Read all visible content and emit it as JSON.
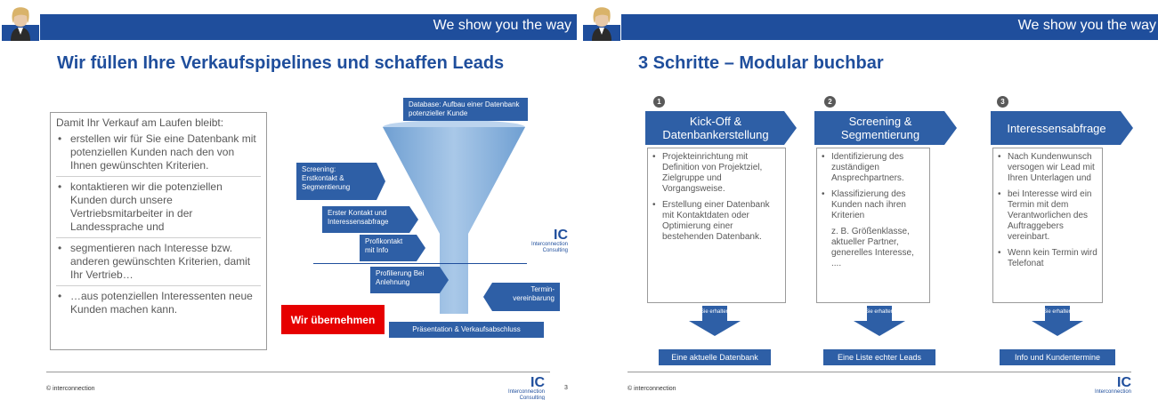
{
  "slide1": {
    "tagline": "We show you the way",
    "title": "Wir füllen Ihre Verkaufspipelines und schaffen Leads",
    "textbox": {
      "lead": "Damit Ihr Verkauf am Laufen bleibt:",
      "bullets": [
        "erstellen wir für Sie eine Datenbank mit potenziellen Kunden nach den von Ihnen gewünschten Kriterien.",
        "kontaktieren wir die potenziellen Kunden durch unsere Vertriebsmitarbeiter in der Landessprache und",
        "segmentieren nach Interesse bzw. anderen gewünschten Kriterien, damit Ihr Vertrieb…",
        "…aus potenziellen Interessenten neue Kunden machen kann."
      ]
    },
    "funnel": {
      "database": "Database: Aufbau einer Datenbank potenzieller Kunde",
      "screening": "Screening: Erstkontakt & Segmentierung",
      "erster_kontakt": "Erster Kontakt und Interessensabfrage",
      "profikontakt": "Profikontakt mit Info",
      "profilierung": "Profilierung Bei Anlehnung",
      "termin": "Termin-vereinbarung",
      "praesentation": "Präsentation & Verkaufsabschluss",
      "wir_uebernehmen": "Wir übernehmen"
    },
    "logo": {
      "ic": "IC",
      "sub": "Interconnection Consulting"
    },
    "footer": {
      "copyright": "© interconnection",
      "page": "3"
    }
  },
  "slide2": {
    "tagline": "We show you the way",
    "title": "3 Schritte – Modular buchbar",
    "columns": [
      {
        "num": "1",
        "head": "Kick-Off & Datenbankerstellung",
        "bullets": [
          "Projekteinrichtung mit Definition von Projektziel, Zielgruppe und Vorgangsweise.",
          "Erstellung einer Datenbank mit Kontaktdaten oder Optimierung einer bestehenden Datenbank."
        ],
        "arrow": "Sie erhalten",
        "result": "Eine aktuelle Datenbank"
      },
      {
        "num": "2",
        "head": "Screening & Segmentierung",
        "bullets": [
          "Identifizierung des zuständigen Ansprechpartners.",
          "Klassifizierung des Kunden nach ihren Kriterien"
        ],
        "note": "z. B. Größenklasse, aktueller Partner, generelles Interesse, ....",
        "arrow": "Sie erhalten",
        "result": "Eine Liste echter Leads"
      },
      {
        "num": "3",
        "head": "Interessensabfrage",
        "bullets": [
          "Nach Kundenwunsch versogen wir Lead mit Ihren Unterlagen und",
          "bei Interesse wird ein Termin mit dem Verantworlichen des Auftraggebers vereinbart.",
          "Wenn kein Termin wird Telefonat"
        ],
        "arrow": "Sie erhalten",
        "result": "Info und Kundentermine"
      }
    ],
    "logo": {
      "ic": "IC",
      "sub": "Interconnection"
    },
    "footer": {
      "copyright": "© interconnection"
    }
  },
  "colors": {
    "brand_blue": "#1f4e9c",
    "box_blue": "#2e5fa6",
    "funnel_blue": "#8eb4dc",
    "red": "#e60000"
  }
}
